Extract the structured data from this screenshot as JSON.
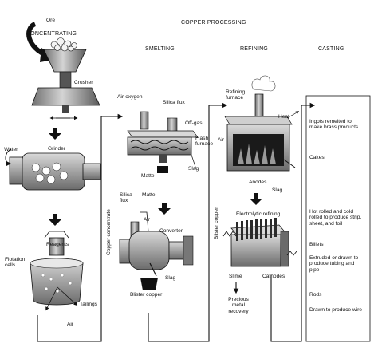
{
  "title": "COPPER PROCESSING",
  "stages": {
    "concentrating": "CONCENTRATING",
    "smelting": "SMELTING",
    "refining": "REFINING",
    "casting": "CASTING"
  },
  "labels": {
    "ore": "Ore",
    "crusher": "Crusher",
    "water": "Water",
    "grinder": "Grinder",
    "reagents": "Reagents",
    "flotation_cells": "Flotation cells",
    "tailings": "Tailings",
    "air_flotation": "Air",
    "air_oxygen": "Air-oxygen",
    "silica_flux_top": "Silica flux",
    "off_gas": "Off-gas",
    "flash_furnace": "Flash furnace",
    "slag_flash": "Slag",
    "matte_flash": "Matte",
    "copper_concentrate": "Copper concentrate",
    "silica_flux_conv": "Silica flux",
    "matte_conv": "Matte",
    "air_conv": "Air",
    "converter": "Converter",
    "slag_conv": "Slag",
    "blister_copper": "Blister copper",
    "refining_furnace": "Refining furnace",
    "heat": "Heat",
    "air_refining": "Air",
    "anodes": "Anodes",
    "slag_refining": "Slag",
    "blister_copper_vertical": "Blister copper",
    "electrolytic_refining": "Electrolytic refining",
    "slime": "Slime",
    "cathodes": "Cathodes",
    "precious_metal_recovery": "Precious metal recovery"
  },
  "casting_items": [
    "Ingots remelted to make brass products",
    "Cakes",
    "Hot rolled and cold rolled to produce strip, sheet, and foil",
    "Billets",
    "Extruded or drawn to produce tubing and pipe",
    "Rods",
    "Drawn to produce wire"
  ],
  "colors": {
    "ink": "#111111",
    "equipment_mid": "#8c8c8c",
    "equipment_light": "#c8c8c8",
    "equipment_dark": "#3a3a3a",
    "fire": "#1a1a1a"
  }
}
